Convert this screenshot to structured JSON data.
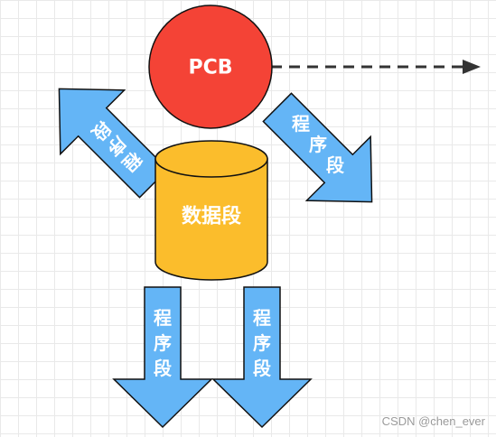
{
  "diagram": {
    "pcb": {
      "label": "PCB",
      "fill": "#f44336"
    },
    "data_segment": {
      "label": "数据段",
      "fill": "#fbbd2c"
    },
    "arrow_fill": "#64b5f6",
    "arrow_stroke": "#111111",
    "dashed_arrow_color": "#333333",
    "arrows": [
      {
        "label_chars": [
          "程",
          "序",
          "段"
        ]
      },
      {
        "label_chars": [
          "程",
          "序",
          "段"
        ]
      },
      {
        "label_chars": [
          "程",
          "序",
          "段"
        ]
      },
      {
        "label_chars": [
          "程",
          "序",
          "段"
        ]
      }
    ]
  },
  "watermark": "CSDN @chen_ever"
}
